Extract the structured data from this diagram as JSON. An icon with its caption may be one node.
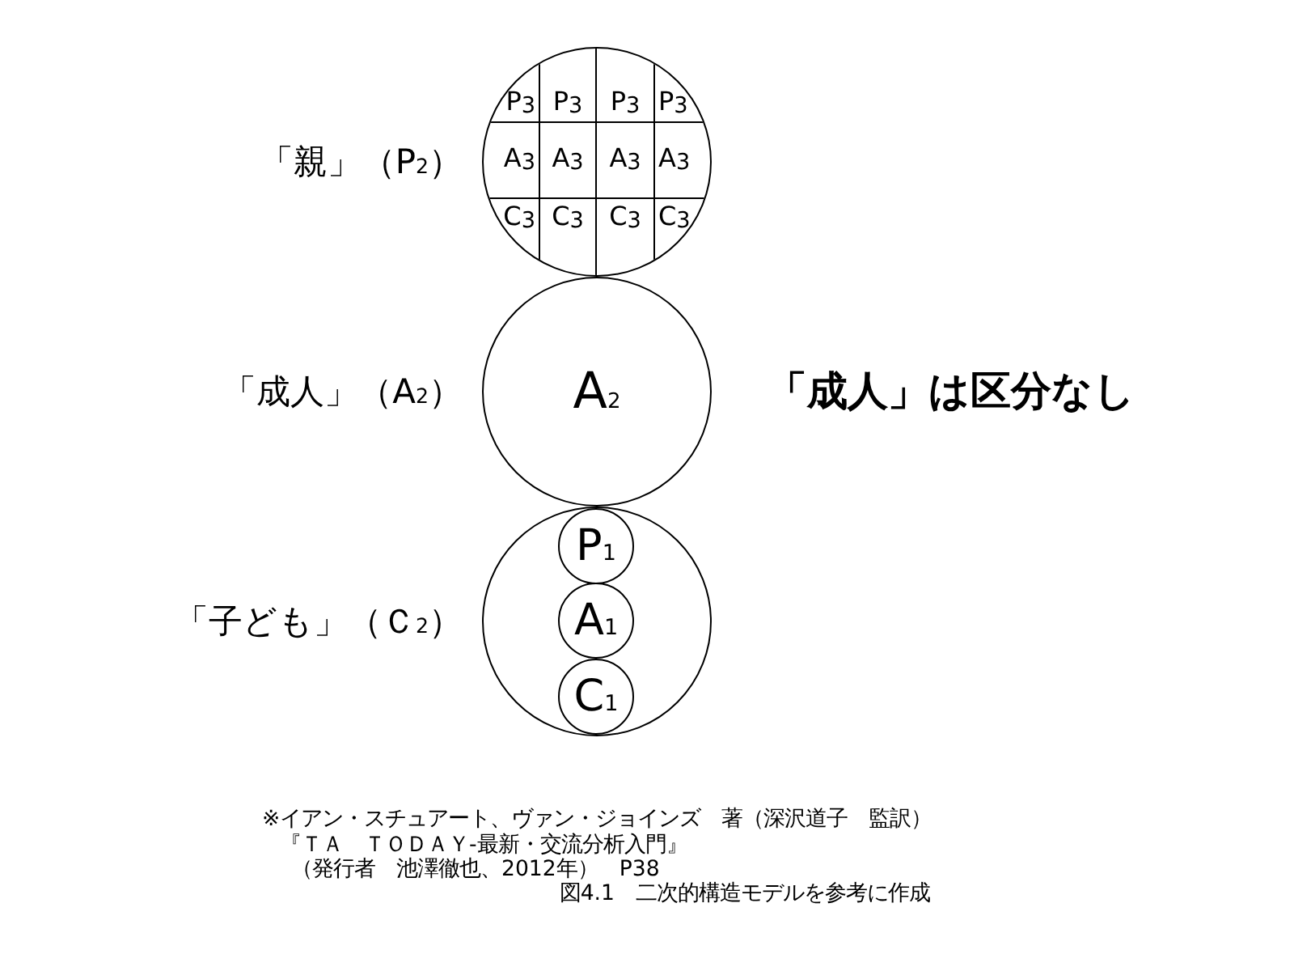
{
  "diagram": {
    "nodes": [
      {
        "text": [],
        "shape": "circle",
        "beside": [
          "「親」（P$_{2}$）"
        ]
      },
      {
        "text": [
          "P$_{3}$"
        ],
        "in": 0
      },
      {
        "text": [
          "P$_{3}$"
        ],
        "in": 0
      },
      {
        "text": [
          "P$_{3}$"
        ],
        "in": 0
      },
      {
        "text": [
          "P$_{3}$"
        ],
        "in": 0
      },
      {
        "text": [
          "A$_{3}$"
        ],
        "in": 0
      },
      {
        "text": [
          "A$_{3}$"
        ],
        "in": 0
      },
      {
        "text": [
          "A$_{3}$"
        ],
        "in": 0
      },
      {
        "text": [
          "A$_{3}$"
        ],
        "in": 0
      },
      {
        "text": [
          "C$_{3}$"
        ],
        "in": 0
      },
      {
        "text": [
          "C$_{3}$"
        ],
        "in": 0
      },
      {
        "text": [
          "C$_{3}$"
        ],
        "in": 0
      },
      {
        "text": [
          "C$_{3}$"
        ],
        "in": 0
      },
      {
        "text": [
          "A$_{2}$"
        ],
        "beside": [
          "「成人」（A$_{2}$）",
          "「成人」は区分なし"
        ]
      },
      {
        "text": [],
        "shape": "circle",
        "beside": [
          "「子ども」（Ｃ$_{2}$）"
        ]
      },
      {
        "text": [
          "P$_{1}$"
        ],
        "in": 14
      },
      {
        "text": [
          "A$_{1}$"
        ],
        "in": 14
      },
      {
        "text": [
          "C$_{1}$"
        ],
        "in": 14
      }
    ],
    "labels": [
      "※イアン・スチュアート、ヴァン・ジョインズ　著（深沢道子　監訳）",
      "『ＴＡ　ＴＯＤＡＹ-最新・交流分析入門』",
      "（発行者　池澤徹也、2012年）　P38",
      "図4.1　二次的構造モデルを参考に作成"
    ]
  }
}
